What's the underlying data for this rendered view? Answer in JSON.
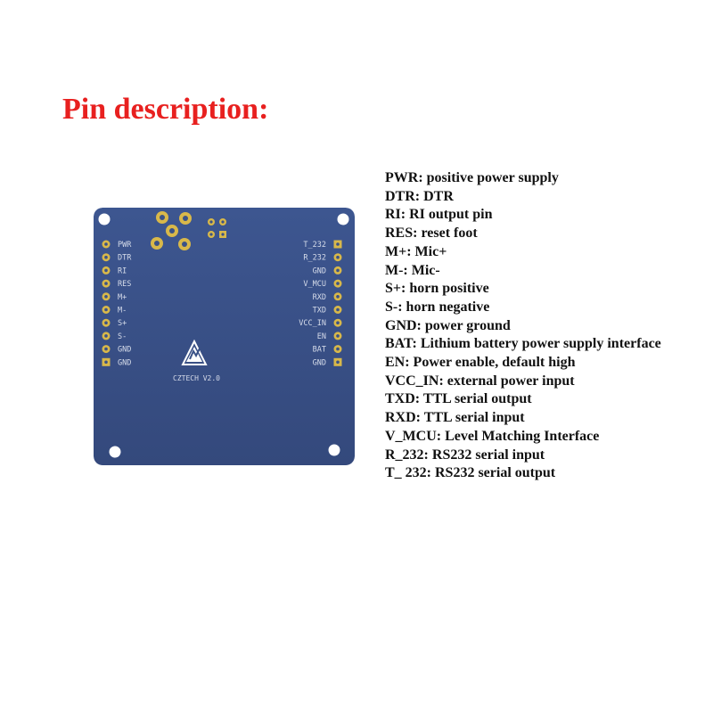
{
  "title": "Pin description:",
  "board": {
    "brand": "CZTECH V2.0",
    "left_pins": [
      "PWR",
      "DTR",
      "RI",
      "RES",
      "M+",
      "M-",
      "S+",
      "S-",
      "GND",
      "GND"
    ],
    "right_pins": [
      "T_232",
      "R_232",
      "GND",
      "V_MCU",
      "RXD",
      "TXD",
      "VCC_IN",
      "EN",
      "BAT",
      "GND"
    ],
    "colors": {
      "pcb": "#3a5287",
      "pad": "#d8b84a",
      "hole": "#ffffff",
      "silkscreen": "#d6dcea"
    },
    "icons": [
      "esd-warning-icon"
    ]
  },
  "pins": [
    "PWR: positive power supply",
    "DTR: DTR",
    "RI: RI output pin",
    "RES: reset foot",
    "M+: Mic+",
    "M-: Mic-",
    "S+: horn positive",
    "S-: horn negative",
    "GND: power ground",
    "BAT: Lithium battery power supply interface",
    "EN: Power enable, default high",
    "VCC_IN: external power input",
    "TXD: TTL serial output",
    "RXD: TTL serial input",
    "V_MCU: Level Matching Interface",
    "R_232: RS232 serial input",
    "T_ 232: RS232 serial output"
  ]
}
